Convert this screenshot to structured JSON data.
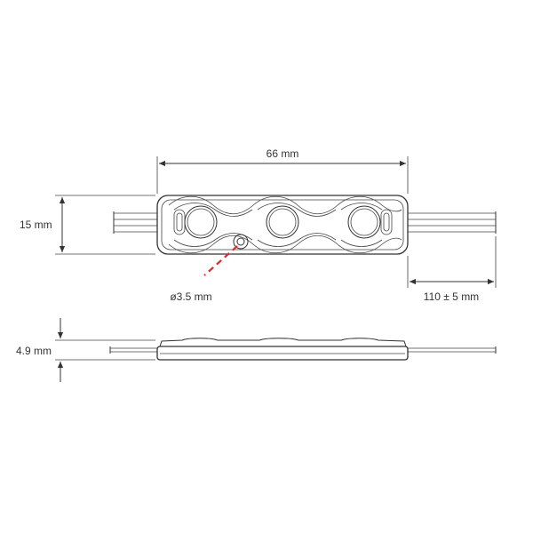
{
  "dimensions": {
    "length": "66 mm",
    "height": "15 mm",
    "hole": "ø3.5 mm",
    "cable": "110 ± 5 mm",
    "thickness": "4.9 mm"
  },
  "components": {
    "lens_icon": "led-lens-icon",
    "hole_icon": "mounting-hole-icon"
  },
  "colors": {
    "lines": "#333333",
    "leader": "#d32f2f"
  }
}
